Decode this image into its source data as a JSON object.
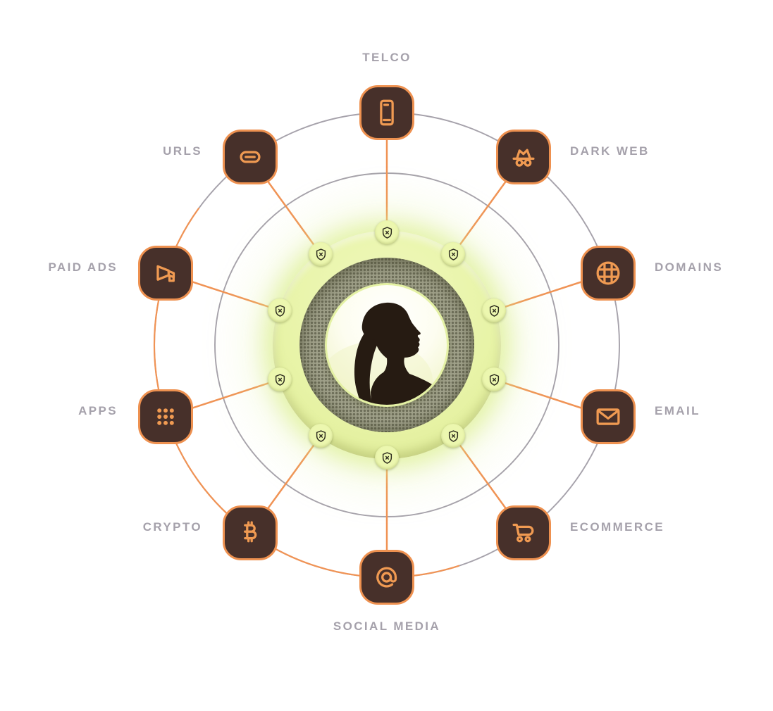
{
  "diagram": {
    "description": "Radial identity-monitoring diagram: central person photo ring connected to ten data-source nodes",
    "center": {
      "subject": "Backlit profile silhouette of a woman with a ponytail",
      "badge_icon": "shield-x-icon",
      "badge_count": 10
    },
    "nodes": [
      {
        "id": "telco",
        "label": "TELCO",
        "icon": "smartphone-icon"
      },
      {
        "id": "dark-web",
        "label": "DARK WEB",
        "icon": "incognito-icon"
      },
      {
        "id": "domains",
        "label": "DOMAINS",
        "icon": "globe-grid-icon"
      },
      {
        "id": "email",
        "label": "EMAIL",
        "icon": "envelope-icon"
      },
      {
        "id": "ecommerce",
        "label": "ECOMMERCE",
        "icon": "shopping-cart-icon"
      },
      {
        "id": "social-media",
        "label": "SOCIAL MEDIA",
        "icon": "at-sign-icon"
      },
      {
        "id": "crypto",
        "label": "CRYPTO",
        "icon": "bitcoin-icon"
      },
      {
        "id": "apps",
        "label": "APPS",
        "icon": "app-grid-icon"
      },
      {
        "id": "paid-ads",
        "label": "PAID ADS",
        "icon": "megaphone-icon"
      },
      {
        "id": "urls",
        "label": "URLS",
        "icon": "chain-link-icon"
      }
    ],
    "colors": {
      "accent_orange": "#ef9251",
      "tile_brown": "#47302a",
      "label_gray": "#a5a1ab",
      "ring_green": "#e7f3a5",
      "wire_gray": "#9c98a2"
    }
  }
}
